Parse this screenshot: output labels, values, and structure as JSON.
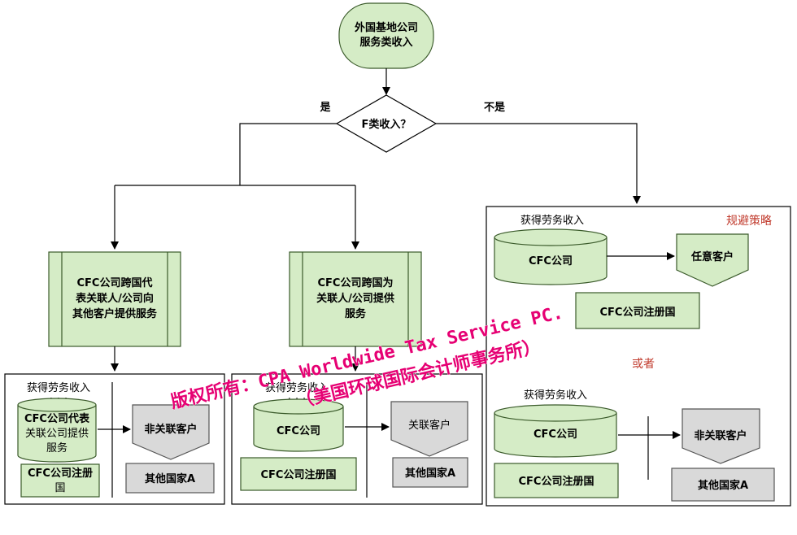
{
  "start": {
    "line1": "外国基地公司",
    "line2": "服务类收入"
  },
  "decision": {
    "label": "F类收入？",
    "yes": "是",
    "no": "不是"
  },
  "process_left": {
    "line1": "CFC公司跨国代",
    "line2": "表关联人/公司向",
    "line3": "其他客户提供服务"
  },
  "process_mid": {
    "line1": "CFC公司跨国为",
    "line2": "关联人/公司提供",
    "line3": "服务"
  },
  "box_left": {
    "income": "获得劳务收入",
    "money": "$$$",
    "cyl_line1": "CFC公司代表",
    "cyl_line2": "关联公司提供",
    "cyl_line3": "服务",
    "reg_line1": "CFC公司注册",
    "reg_line2": "国",
    "client": "非关联客户",
    "country": "其他国家A"
  },
  "box_mid": {
    "income": "获得劳务收入",
    "money": "$$$",
    "cyl": "CFC公司",
    "reg": "CFC公司注册国",
    "client": "关联客户",
    "country": "其他国家A"
  },
  "box_right": {
    "title": "规避策略",
    "top": {
      "income": "获得劳务收入",
      "money": "$$$",
      "cyl": "CFC公司",
      "reg": "CFC公司注册国",
      "client": "任意客户"
    },
    "or": "或者",
    "bottom": {
      "income": "获得劳务收入",
      "money": "$$$",
      "cyl": "CFC公司",
      "reg": "CFC公司注册国",
      "client": "非关联客户",
      "country": "其他国家A"
    }
  },
  "watermark": {
    "line1": "版权所有：CPA Worldwide Tax Service PC.",
    "line2": "（美国环球国际会计师事务所）"
  },
  "colors": {
    "green_fill": "#d5ecc6",
    "green_stroke": "#3a5a2a",
    "gray_fill": "#d9d9d9",
    "watermark": "#e60073",
    "accent_red": "#c0392b"
  }
}
